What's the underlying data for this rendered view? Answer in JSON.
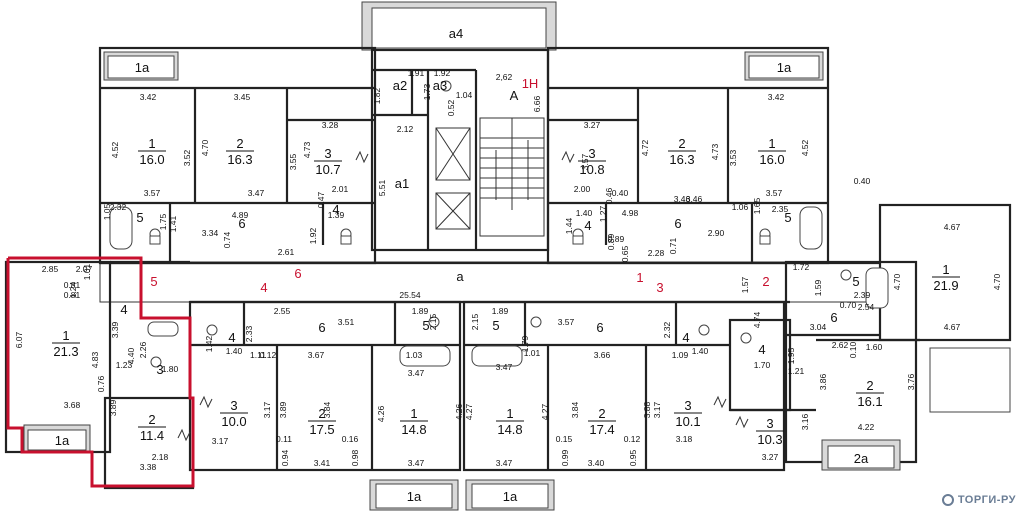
{
  "watermark": {
    "text": "ТОРГИ-РУ",
    "color": "#6a7d95"
  },
  "highlight_color": "#c8102e",
  "labels": {
    "top_balcony": "a4",
    "stair_code_a": "A",
    "stair_code_1n": "1H",
    "corridor": "a",
    "a1": "a1",
    "a2": "a2",
    "a3": "a3",
    "balcony_tl": "1a",
    "balcony_tr": "1a",
    "balcony_left": "1a",
    "balcony_b1": "1a",
    "balcony_b2": "1a",
    "balcony_br": "2a",
    "corridor_len": "25.54",
    "dim_a2_w": "1.91",
    "dim_a3_w": "1.92",
    "dim_a3_b": "1.04",
    "dim_a2_h": "1.82",
    "dim_a1_w": "2.12",
    "dim_a1_h": "5.51",
    "dim_stair_w": "2,62",
    "dim_stair_h": "6.66",
    "dim_a3_s1": "1.73",
    "dim_a3_s2": "0.52"
  },
  "markers": [
    "5",
    "6",
    "4",
    "1",
    "3",
    "2"
  ],
  "rooms": [
    {
      "num": "1",
      "area": "16.0"
    },
    {
      "num": "2",
      "area": "16.3"
    },
    {
      "num": "3",
      "area": "10.7"
    },
    {
      "num": "4",
      "area": ""
    },
    {
      "num": "5",
      "area": ""
    },
    {
      "num": "6",
      "area": ""
    },
    {
      "num": "3",
      "area": "10.8"
    },
    {
      "num": "2",
      "area": "16.3"
    },
    {
      "num": "1",
      "area": "16.0"
    },
    {
      "num": "4",
      "area": ""
    },
    {
      "num": "5",
      "area": ""
    },
    {
      "num": "6",
      "area": ""
    },
    {
      "num": "1",
      "area": "21.3"
    },
    {
      "num": "4",
      "area": ""
    },
    {
      "num": "3",
      "area": ""
    },
    {
      "num": "2",
      "area": "11.4"
    },
    {
      "num": "4",
      "area": ""
    },
    {
      "num": "3",
      "area": "10.0"
    },
    {
      "num": "2",
      "area": "17.5"
    },
    {
      "num": "1",
      "area": "14.8"
    },
    {
      "num": "5",
      "area": ""
    },
    {
      "num": "6",
      "area": ""
    },
    {
      "num": "5",
      "area": ""
    },
    {
      "num": "6",
      "area": ""
    },
    {
      "num": "1",
      "area": "14.8"
    },
    {
      "num": "2",
      "area": "17.4"
    },
    {
      "num": "3",
      "area": "10.1"
    },
    {
      "num": "4",
      "area": ""
    },
    {
      "num": "1",
      "area": "21.9"
    },
    {
      "num": "5",
      "area": ""
    },
    {
      "num": "6",
      "area": ""
    },
    {
      "num": "4",
      "area": ""
    },
    {
      "num": "2",
      "area": "16.1"
    },
    {
      "num": "3",
      "area": "10.3"
    }
  ],
  "dims": [
    "3.42",
    "3.45",
    "3.28",
    "4.52",
    "4.70",
    "3.52",
    "3.55",
    "4.73",
    "3.57",
    "3.47",
    "2.01",
    "2.32",
    "4.89",
    "1.39",
    "1.05",
    "1.75",
    "1.41",
    "3.34",
    "0.74",
    "2.61",
    "1.92",
    "0.47",
    "3.27",
    "3.46",
    "3.42",
    "4.72",
    "4.73",
    "3.57",
    "3.53",
    "4.52",
    "2.00",
    "3.46",
    "3.57",
    "4.98",
    "1.44",
    "1.40",
    "2.35",
    "2.90",
    "0.89",
    "2.85",
    "2.07",
    "1.24",
    "0.81",
    "0.81",
    "1.01",
    "6.07",
    "4.83",
    "3.39",
    "4.40",
    "2.26",
    "1.23",
    "1.80",
    "0.76",
    "3.68",
    "3.89",
    "2.18",
    "3.38",
    "2.55",
    "3.51",
    "2.33",
    "1.42",
    "1.40",
    "1.11",
    "0.12",
    "3.67",
    "3.89",
    "3.84",
    "1.89",
    "2.15",
    "1.03",
    "3.47",
    "3.17",
    "3.17",
    "0.11",
    "0.16",
    "3.41",
    "4.26",
    "4.26",
    "3.47",
    "0.94",
    "0.98",
    "1.89",
    "2.15",
    "1.01",
    "1.79",
    "3.57",
    "2.32",
    "3.66",
    "3.88",
    "3.84",
    "3.47",
    "1.09",
    "1.40",
    "4.27",
    "4.27",
    "3.17",
    "0.15",
    "0.12",
    "3.40",
    "3.18",
    "3.47",
    "0.99",
    "0.95",
    "1.72",
    "1.59",
    "1.57",
    "0.70",
    "2.39",
    "2.54",
    "3.04",
    "4.74",
    "4.67",
    "4.70",
    "4.70",
    "4.67",
    "2.62",
    "1.60",
    "0.10",
    "1.70",
    "3.86",
    "3.76",
    "1.21",
    "1.95",
    "3.16",
    "4.22",
    "3.27",
    "0.40",
    "0.40",
    "0.65",
    "2.28",
    "0.71",
    "0.89",
    "1.06",
    "1.65",
    "1.27",
    "0.46"
  ]
}
